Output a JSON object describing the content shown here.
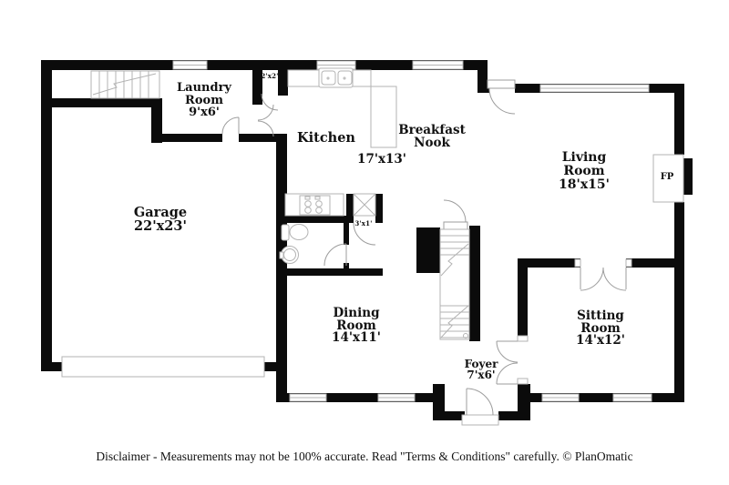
{
  "rooms": {
    "laundry": {
      "name_line1": "Laundry",
      "name_line2": "Room",
      "dim": "9'x6'"
    },
    "kitchen": {
      "name_line1": "Kitchen",
      "dim": "17'x13'"
    },
    "breakfast_nook": {
      "name_line1": "Breakfast",
      "name_line2": "Nook"
    },
    "living": {
      "name_line1": "Living",
      "name_line2": "Room",
      "dim": "18'x15'"
    },
    "garage": {
      "name_line1": "Garage",
      "dim": "22'x23'"
    },
    "dining": {
      "name_line1": "Dining",
      "name_line2": "Room",
      "dim": "14'x11'"
    },
    "sitting": {
      "name_line1": "Sitting",
      "name_line2": "Room",
      "dim": "14'x12'"
    },
    "foyer": {
      "name_line1": "Foyer",
      "dim": "7'x6'"
    }
  },
  "closets": {
    "laundry_closet_dim": "2'x2'",
    "pantry_closet_dim": "3'x1'"
  },
  "fireplace": {
    "label": "FP"
  },
  "footer": {
    "disclaimer": "Disclaimer - Measurements may not be 100% accurate. Read \"Terms & Conditions\" carefully. © PlanOmatic"
  },
  "colors": {
    "wall": "#0b0b0b",
    "fixture_line": "#b3b3b3",
    "door_line": "#9c9c9c",
    "text": "#111111"
  }
}
